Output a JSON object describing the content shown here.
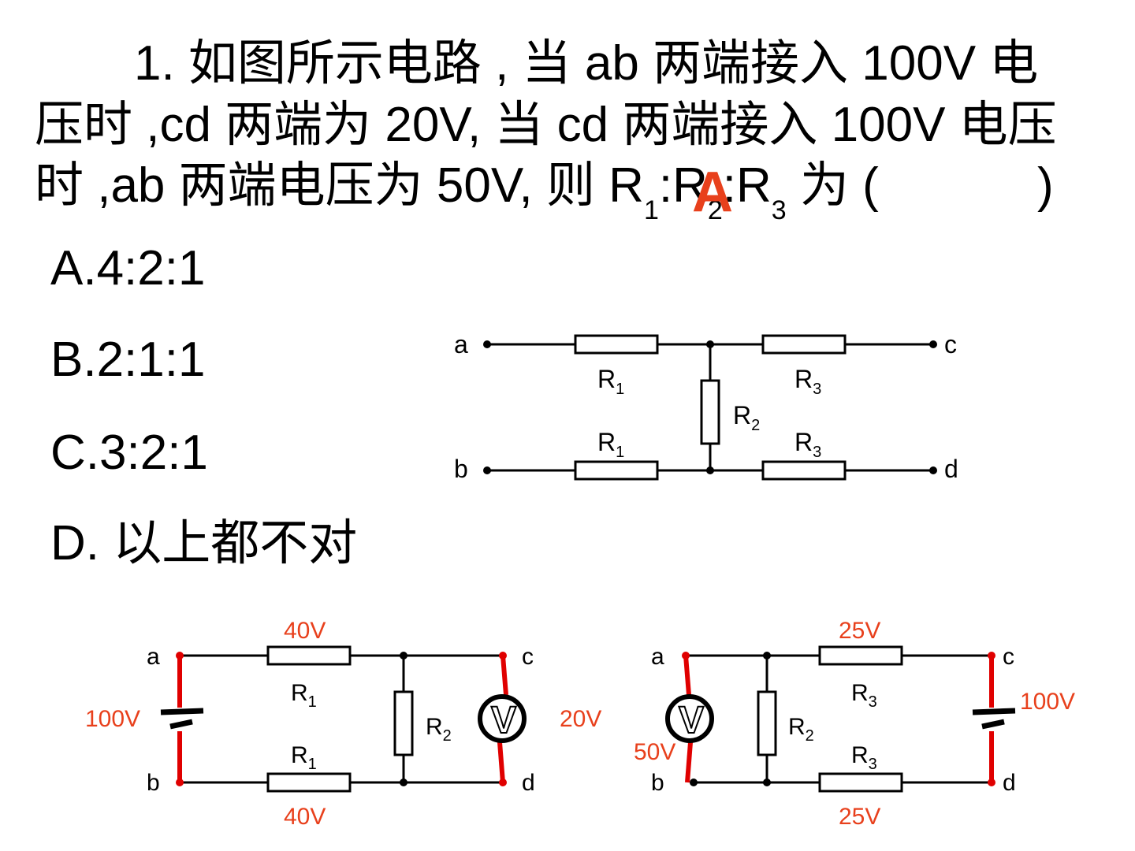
{
  "question": {
    "line1": "1. 如图所示电路 , 当 ab 两端接入 100V 电",
    "line2": "压时 ,cd 两端为 20V, 当 cd 两端接入 100V 电压",
    "line3_prefix": "时 ,ab 两端电压为 50V, 则 R",
    "line3_s1": "1",
    "line3_mid1": ":R",
    "line3_s2": "2",
    "line3_mid2": ":R",
    "line3_s3": "3",
    "line3_suffix": " 为 (",
    "close_paren": ")",
    "answer": "A"
  },
  "options": [
    {
      "label": "A.4:2:1"
    },
    {
      "label": "B.2:1:1"
    },
    {
      "label": "C.3:2:1"
    },
    {
      "label": "D. 以上都不对"
    }
  ],
  "circuit_main": {
    "terminals": {
      "a": "a",
      "b": "b",
      "c": "c",
      "d": "d"
    },
    "r1_top": "R",
    "r1_top_sub": "1",
    "r1_bot": "R",
    "r1_bot_sub": "1",
    "r2": "R",
    "r2_sub": "2",
    "r3_top": "R",
    "r3_top_sub": "3",
    "r3_bot": "R",
    "r3_bot_sub": "3"
  },
  "circuit_left": {
    "terminals": {
      "a": "a",
      "b": "b",
      "c": "c",
      "d": "d"
    },
    "v_r1_top": "40V",
    "v_r1_bot": "40V",
    "v_source": "100V",
    "v_meter": "20V",
    "meter_symbol": "V",
    "r1_top": "R",
    "r1_top_sub": "1",
    "r1_bot": "R",
    "r1_bot_sub": "1",
    "r2": "R",
    "r2_sub": "2"
  },
  "circuit_right": {
    "terminals": {
      "a": "a",
      "b": "b",
      "c": "c",
      "d": "d"
    },
    "v_r3_top": "25V",
    "v_r3_bot": "25V",
    "v_source": "100V",
    "v_meter": "50V",
    "meter_symbol": "V",
    "r3_top": "R",
    "r3_top_sub": "3",
    "r3_bot": "R",
    "r3_bot_sub": "3",
    "r2": "R",
    "r2_sub": "2"
  },
  "colors": {
    "accent": "#e8401c",
    "wire_red": "#e00000",
    "text": "#000000"
  }
}
